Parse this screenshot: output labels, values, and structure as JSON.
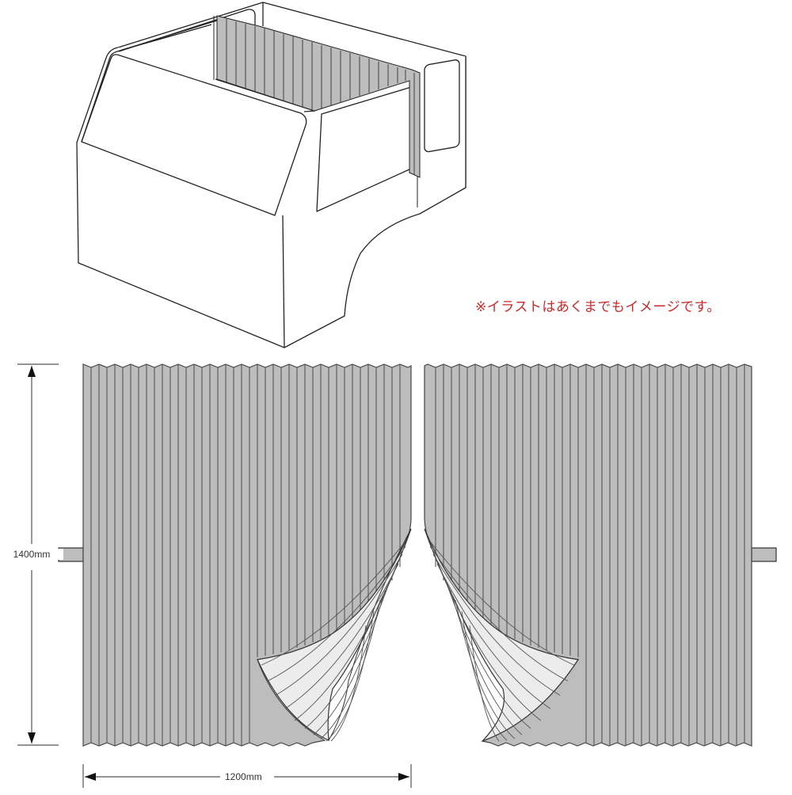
{
  "illustration": {
    "truck_cab": {
      "description": "Line drawing of truck cab with pleated curtain installed behind seats",
      "curtain_fill": "#bdbdbd",
      "line_color": "#222222"
    },
    "note_text": "※イラストはあくまでもイメージです。",
    "note_color": "#cc2a2a"
  },
  "dimensions": {
    "height_label": "1400mm",
    "width_label": "1200mm"
  },
  "curtains": {
    "panel_count": 2,
    "fill_color": "#bdbdbd",
    "inner_fold_color": "#ececec",
    "pleat_line_color": "#555555"
  }
}
